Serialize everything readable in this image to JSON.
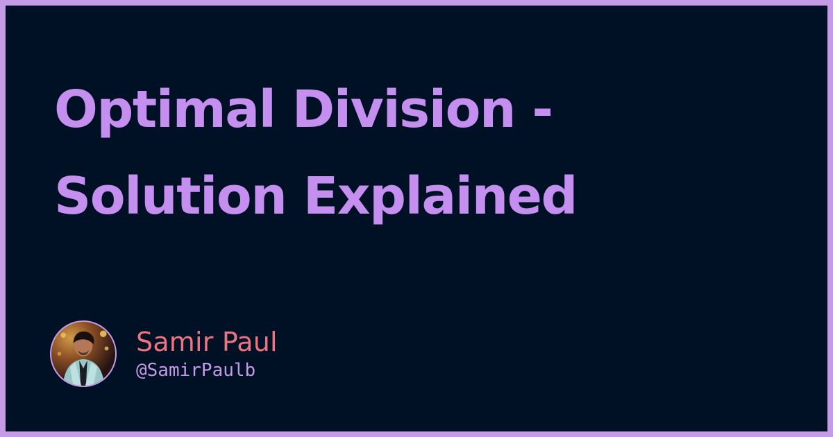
{
  "title": {
    "line1": "Optimal Division -",
    "line2": "Solution Explained"
  },
  "author": {
    "name": "Samir Paul",
    "handle": "@SamirPaulb",
    "avatar_icon": "profile-photo-icon"
  },
  "colors": {
    "background": "#011125",
    "border": "#c59be8",
    "title": "#c58ff0",
    "name": "#eb7480",
    "handle": "#c59be8"
  }
}
